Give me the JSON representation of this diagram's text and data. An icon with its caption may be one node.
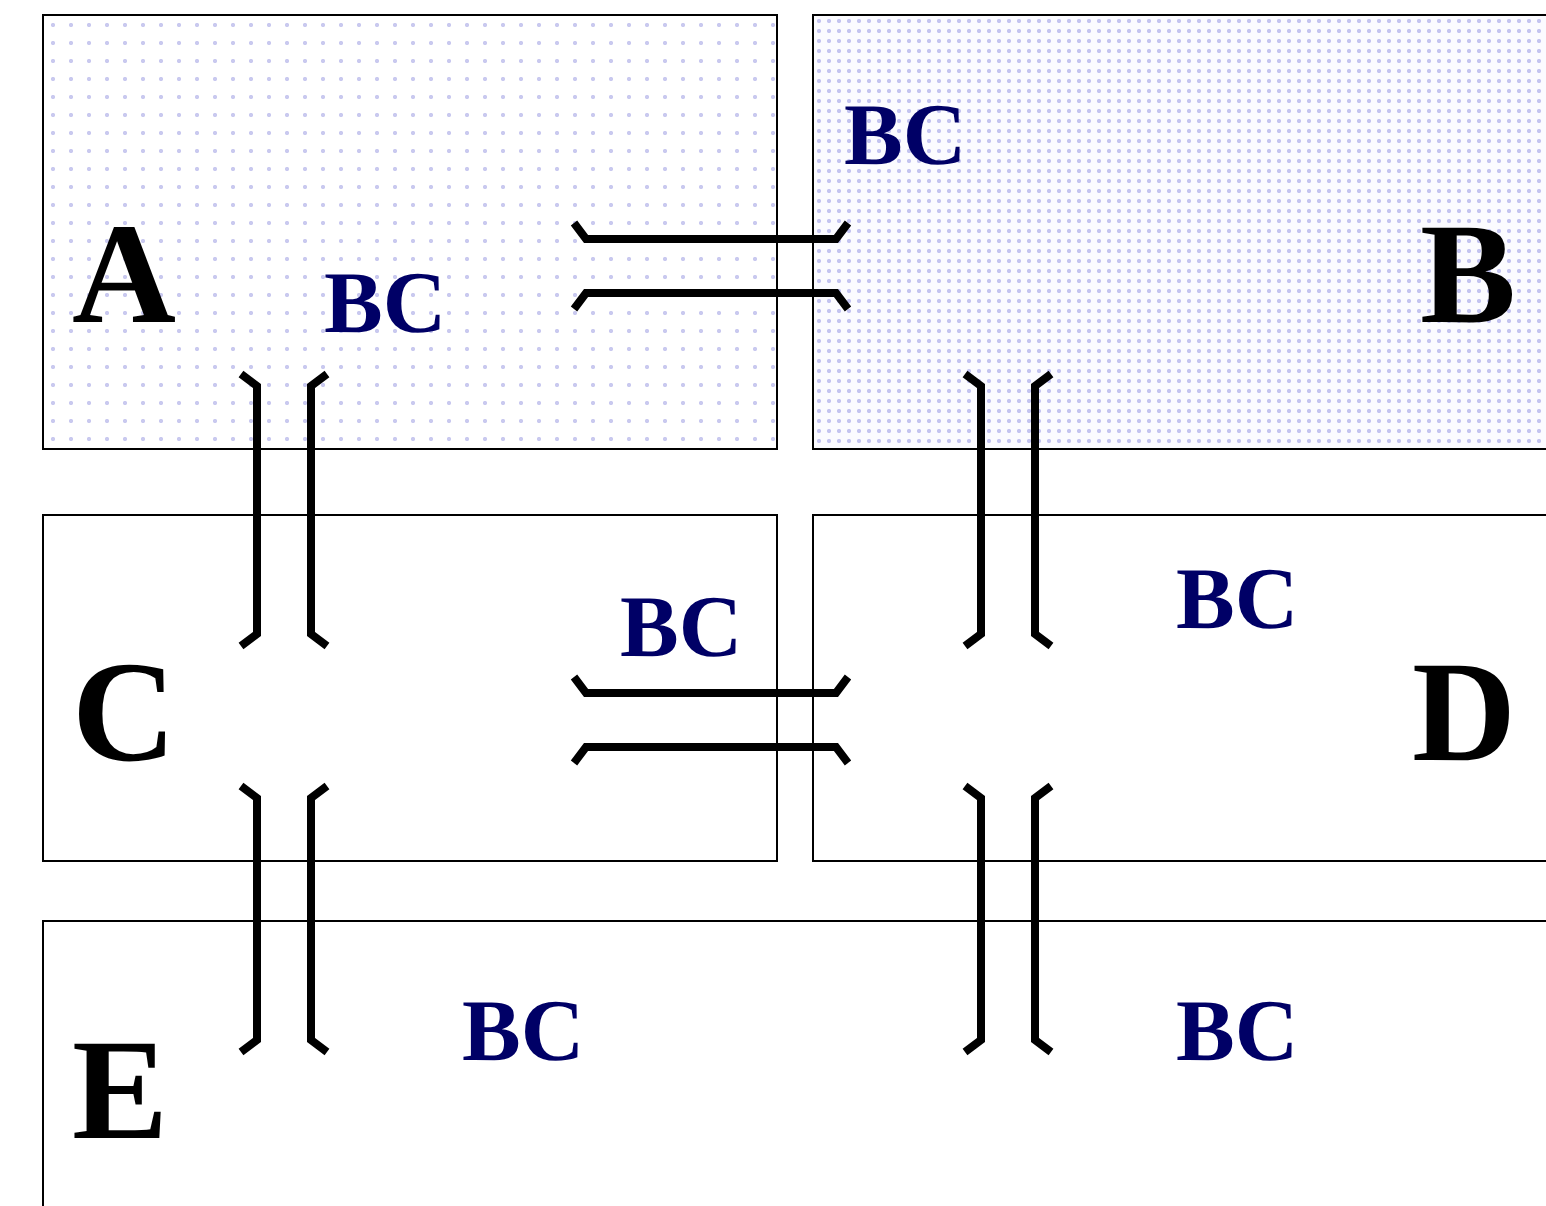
{
  "diagram": {
    "nodes": [
      {
        "text": [
          "A"
        ]
      },
      {
        "text": [
          "B"
        ]
      },
      {
        "text": [
          "C"
        ]
      },
      {
        "text": [
          "D"
        ]
      },
      {
        "text": [
          "E"
        ]
      }
    ],
    "edges": [
      {
        "from": 0,
        "to": 1,
        "arrow": "none"
      },
      {
        "from": 0,
        "to": 2,
        "arrow": "none"
      },
      {
        "from": 1,
        "to": 3,
        "arrow": "none"
      },
      {
        "from": 2,
        "to": 3,
        "arrow": "none"
      },
      {
        "from": 2,
        "to": 4,
        "arrow": "none"
      },
      {
        "from": 3,
        "to": 4,
        "arrow": "none"
      }
    ],
    "labels": [
      "BC",
      "BC",
      "BC",
      "BC",
      "BC",
      "BC"
    ]
  }
}
